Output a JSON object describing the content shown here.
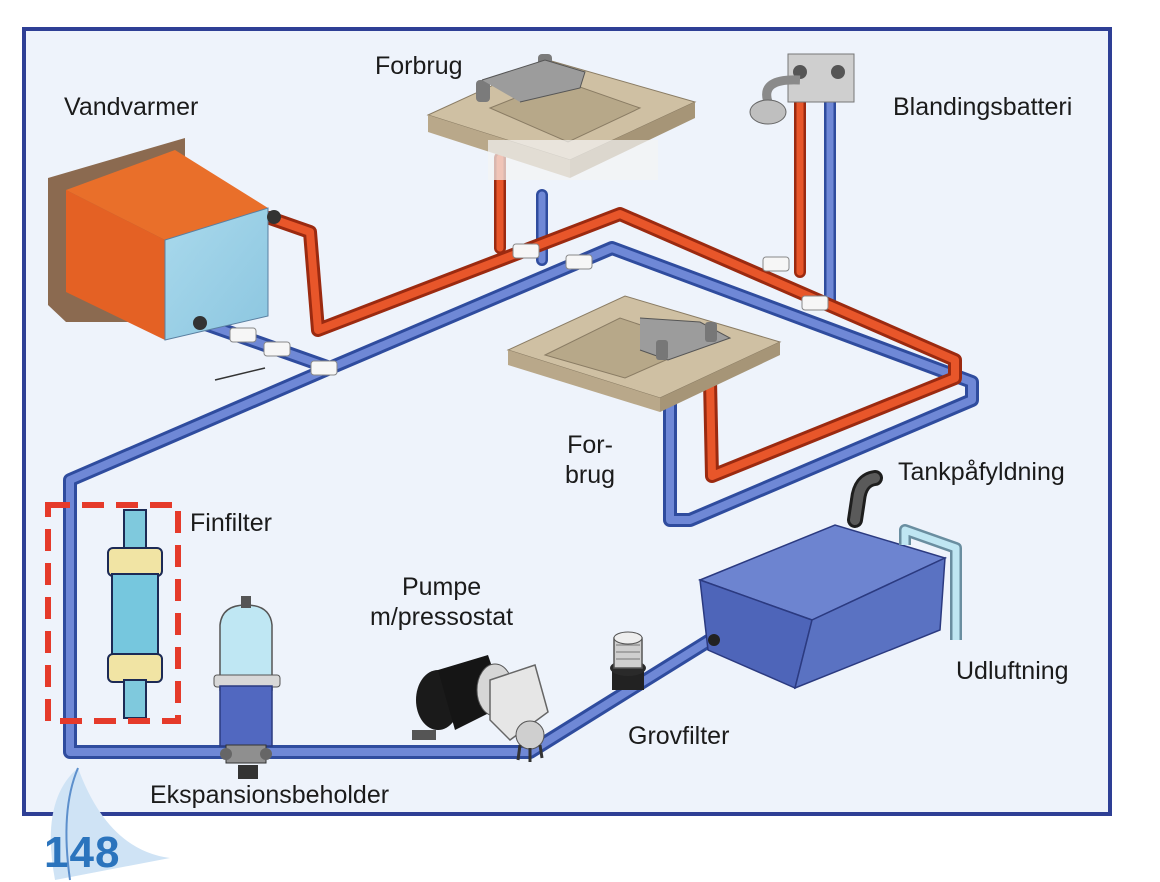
{
  "labels": {
    "vandvarmer": "Vandvarmer",
    "forbrug_top": "Forbrug",
    "blandingsbatteri": "Blandingsbatteri",
    "forbrug_mid_1": "For-",
    "forbrug_mid_2": "brug",
    "tankpafyldning": "Tankpåfyldning",
    "finfilter": "Finfilter",
    "pumpe_1": "Pumpe",
    "pumpe_2": "m/pressostat",
    "udluftning": "Udluftning",
    "grovfilter": "Grovfilter",
    "ekspansionsbeholder": "Ekspansionsbeholder"
  },
  "page_number": "148",
  "colors": {
    "frame": "#2e3f95",
    "background": "#eef3fb",
    "hot_pipe": "#e0471f",
    "cold_pipe": "#5a74c8",
    "heater": "#e56a2a",
    "tank": "#4d63b8",
    "sink": "#cfc0a3",
    "highlight": "#e53a2a",
    "page_number": "#2b74bd"
  },
  "icons": [
    "water-heater-icon",
    "sink-icon",
    "shower-mixer-icon",
    "fine-filter-icon",
    "expansion-tank-icon",
    "pump-icon",
    "coarse-filter-icon",
    "water-tank-icon"
  ]
}
